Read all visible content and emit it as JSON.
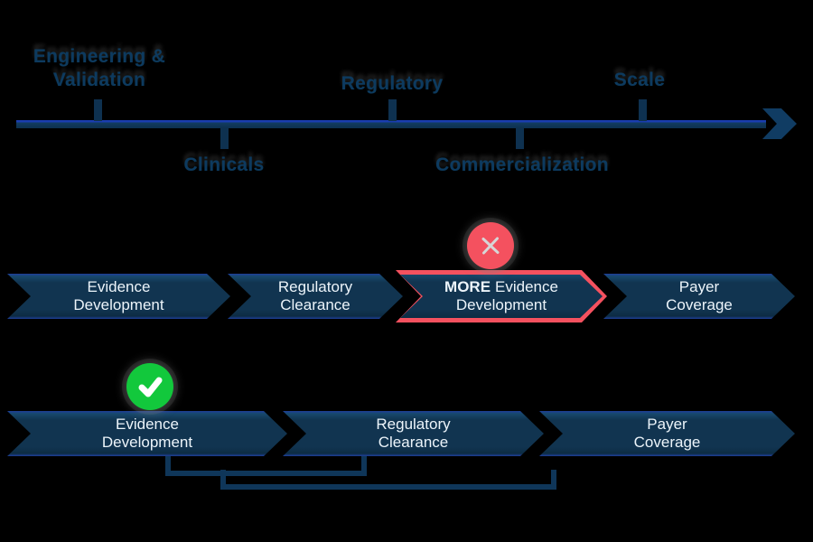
{
  "palette": {
    "band_navy": "#113450",
    "band_edge_blue": "#1e3f9a",
    "band_text": "#ecf4fa",
    "timeline_navy": "#0e3150",
    "timeline_label": "#0d3a5f",
    "highlight_red": "#f4515f",
    "success_green": "#12c83c",
    "x_stroke": "#d6d6d6",
    "check_stroke": "#ffffff"
  },
  "timeline": {
    "top_labels": [
      {
        "text": "Engineering &",
        "text2": "Validation"
      },
      {
        "text": "Regulatory"
      },
      {
        "text": "Scale"
      }
    ],
    "bottom_labels": [
      "Clinicals",
      "Commercialization"
    ],
    "arrow_icon": "arrow-right"
  },
  "flows": [
    {
      "status_icon": "x-circle",
      "segments": [
        {
          "line1": "Evidence",
          "line2": "Development"
        },
        {
          "line1": "Regulatory",
          "line2": "Clearance"
        },
        {
          "emphasis": "MORE",
          "line1": "Evidence",
          "line2": "Development",
          "highlighted": true
        },
        {
          "line1": "Payer",
          "line2": "Coverage"
        }
      ]
    },
    {
      "status_icon": "check-circle",
      "segments": [
        {
          "line1": "Evidence",
          "line2": "Development"
        },
        {
          "line1": "Regulatory",
          "line2": "Clearance"
        },
        {
          "line1": "Payer",
          "line2": "Coverage"
        }
      ]
    }
  ]
}
